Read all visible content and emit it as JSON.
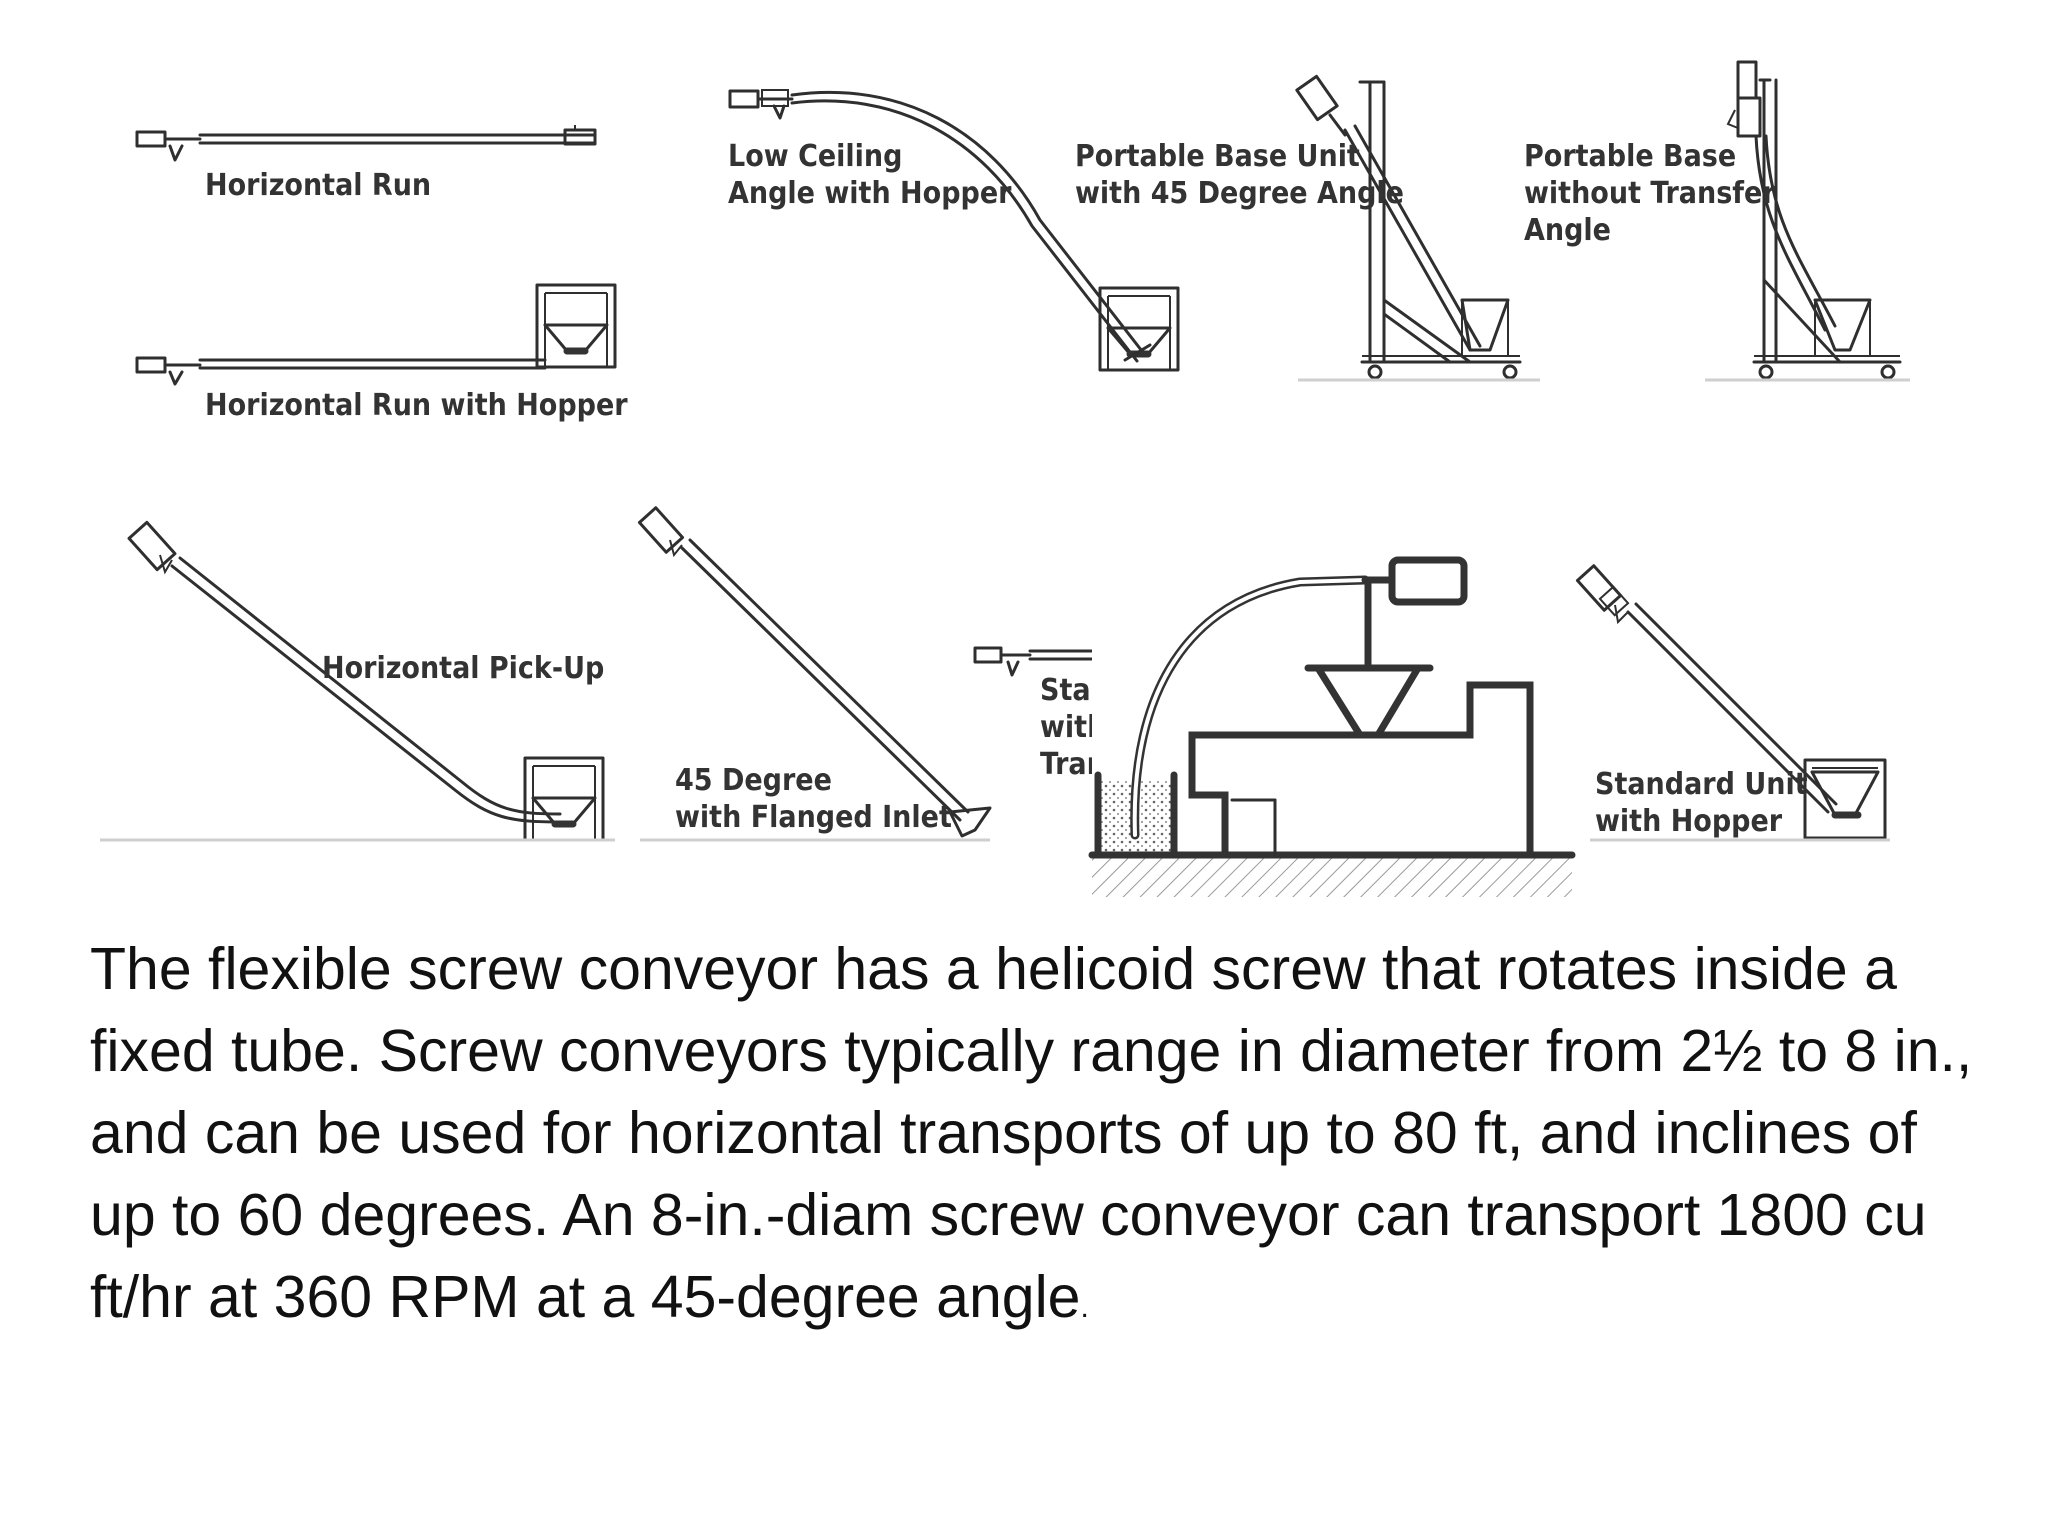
{
  "diagram": {
    "labels": {
      "horizontal_run": "Horizontal Run",
      "horizontal_run_hopper": "Horizontal Run with Hopper",
      "low_ceiling_1": "Low Ceiling",
      "low_ceiling_2": "Angle with Hopper",
      "portable_45_1": "Portable Base Unit",
      "portable_45_2": "with 45 Degree Angle",
      "portable_nt_1": "Portable Base",
      "portable_nt_2": "without Transfer",
      "portable_nt_3": "Angle",
      "pickup": "Horizontal Pick-Up",
      "flanged_1": "45 Degree",
      "flanged_2": "with Flanged Inlet",
      "std_transfer_1": "Stan",
      "std_transfer_2": "with",
      "std_transfer_3": "Tran",
      "std_hopper_1": "Standard Unit",
      "std_hopper_2": "with Hopper"
    }
  },
  "caption": {
    "main": "The flexible screw conveyor has a helicoid screw that rotates inside a fixed tube. Screw conveyors typically range in diameter from 2½ to 8 in., and can be used for horizontal transports of up to 80 ft, and inclines of up to 60 degrees. An 8-in.-diam screw conveyor can transport 1800 cu ft/hr at 360 RPM at a 45-degree angle",
    "tail": "."
  }
}
